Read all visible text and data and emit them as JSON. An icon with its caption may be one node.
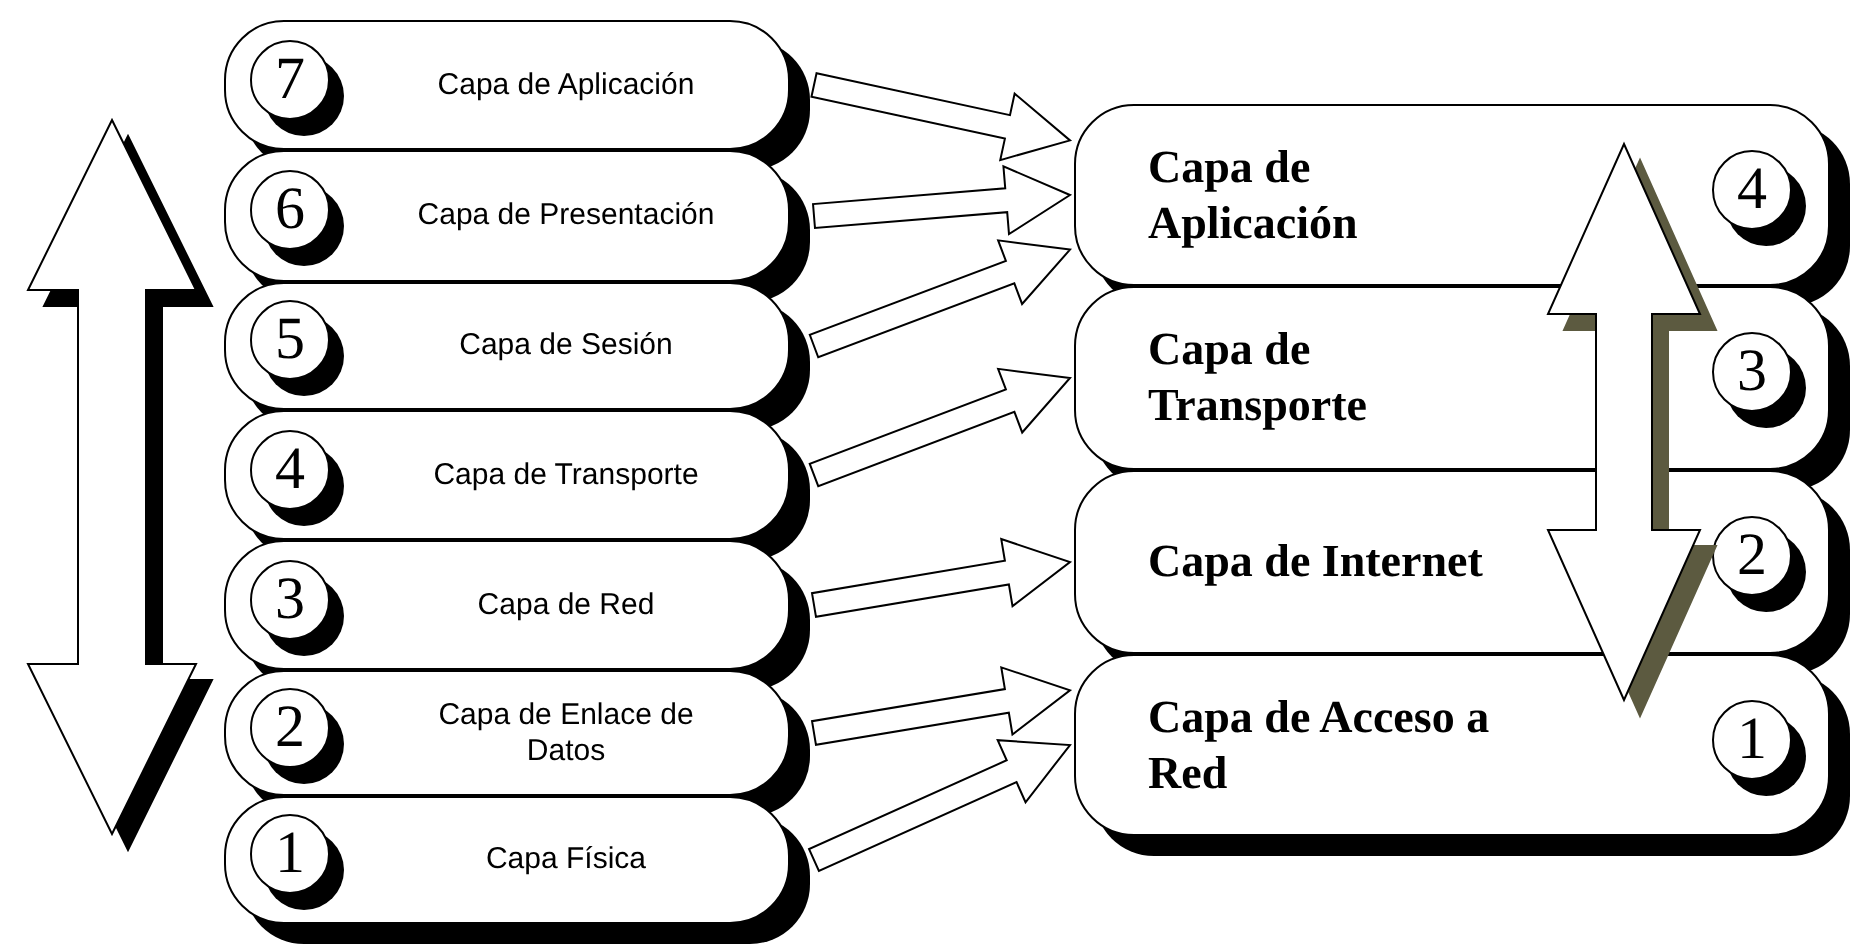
{
  "diagram": {
    "nodes": [
      {
        "text": [
          "7",
          "Capa de Aplicación"
        ]
      },
      {
        "text": [
          "6",
          "Capa de Presentación"
        ]
      },
      {
        "text": [
          "5",
          "Capa de Sesión"
        ]
      },
      {
        "text": [
          "4",
          "Capa de Transporte"
        ]
      },
      {
        "text": [
          "3",
          "Capa de Red"
        ]
      },
      {
        "text": [
          "2",
          "Capa de Enlace de Datos"
        ]
      },
      {
        "text": [
          "1",
          "Capa Física"
        ]
      },
      {
        "text": [
          "Capa de Aplicación",
          "4"
        ]
      },
      {
        "text": [
          "Capa de Transporte",
          "3"
        ]
      },
      {
        "text": [
          "Capa de Internet",
          "2"
        ]
      },
      {
        "text": [
          "Capa de Acceso a Red",
          "1"
        ]
      }
    ],
    "edges": [
      {
        "from": 0,
        "to": 7,
        "arrow": "to"
      },
      {
        "from": 1,
        "to": 7,
        "arrow": "to"
      },
      {
        "from": 2,
        "to": 7,
        "arrow": "to"
      },
      {
        "from": 3,
        "to": 8,
        "arrow": "to"
      },
      {
        "from": 4,
        "to": 9,
        "arrow": "to"
      },
      {
        "from": 5,
        "to": 10,
        "arrow": "to"
      },
      {
        "from": 6,
        "to": 10,
        "arrow": "to"
      },
      {
        "from": 0,
        "to": 6,
        "arrow": "both"
      },
      {
        "from": 7,
        "to": 10,
        "arrow": "both"
      }
    ]
  }
}
